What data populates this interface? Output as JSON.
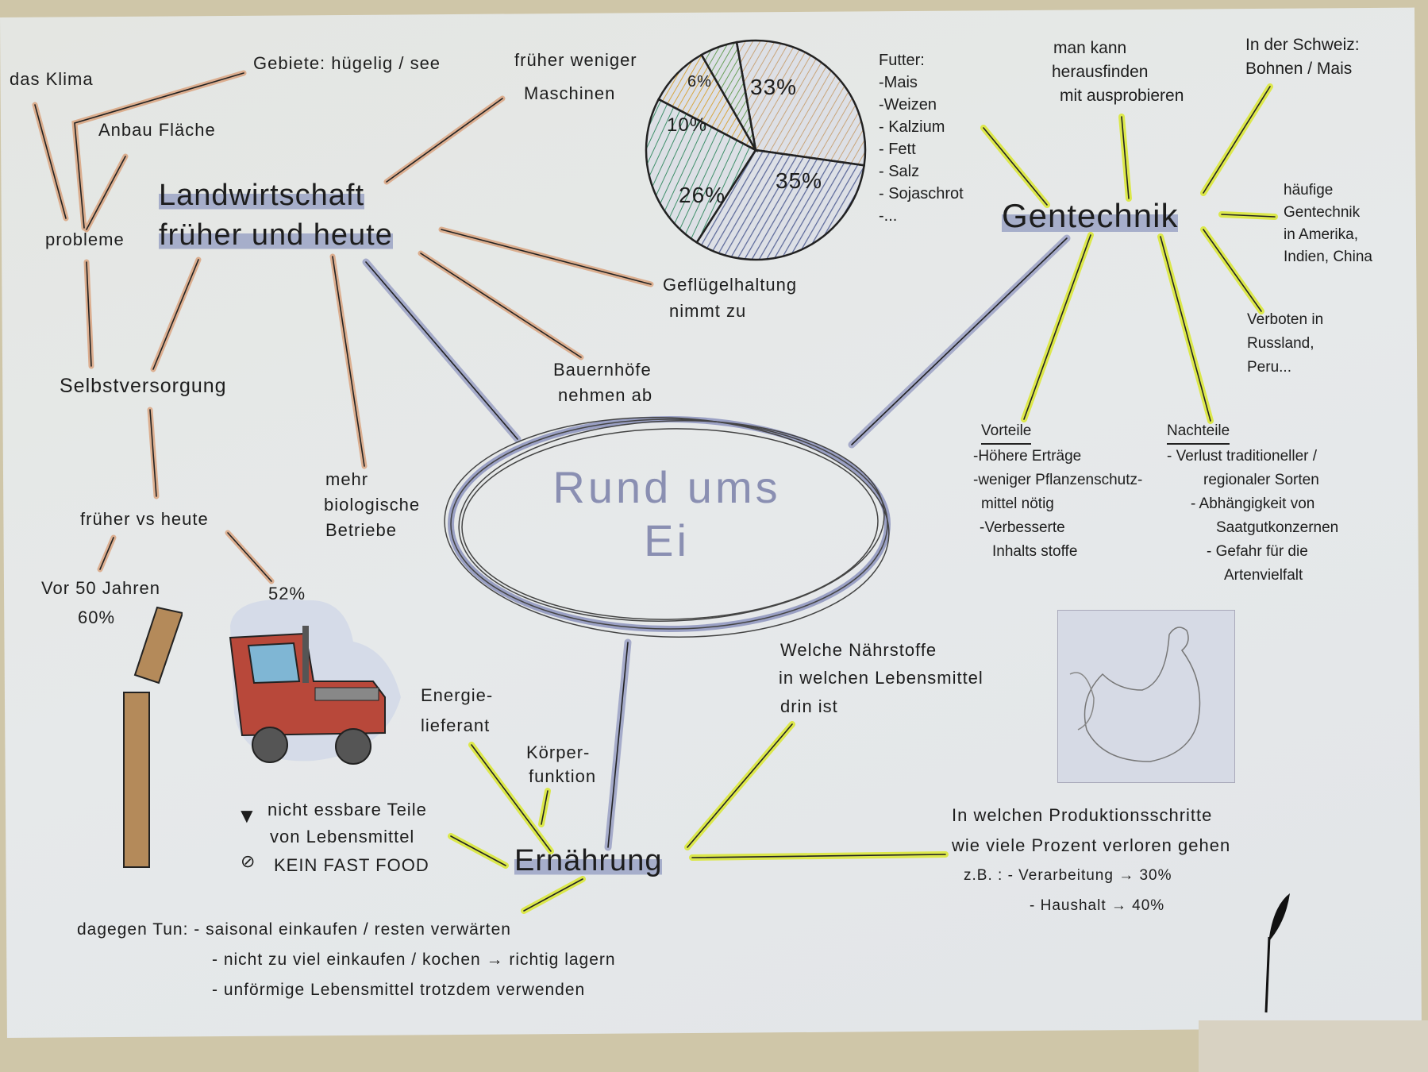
{
  "center": {
    "line1": "Rund ums",
    "line2": "Ei"
  },
  "landwirtschaft": {
    "title1": "Landwirtschaft",
    "title2": "früher und heute",
    "probleme": "probleme",
    "klima": "das Klima",
    "gebiete": "Gebiete: hügelig / see",
    "anbau": "Anbau Fläche",
    "maschinen": [
      "früher weniger",
      "Maschinen"
    ],
    "selbstversorgung": "Selbstversorgung",
    "frueher_vs_heute": "früher vs heute",
    "vor50": "Vor 50 Jahren",
    "pct60": "60%",
    "pct52": "52%",
    "bio": [
      "mehr",
      "biologische",
      "Betriebe"
    ],
    "bauernhoefe": [
      "Bauernhöfe",
      "nehmen ab"
    ],
    "gefluegel": [
      "Geflügelhaltung",
      "nimmt zu"
    ]
  },
  "chart_data": {
    "type": "pie",
    "title": "",
    "labels": [
      "33%",
      "35%",
      "26%",
      "10%",
      "6%"
    ],
    "values": [
      33,
      35,
      26,
      10,
      6
    ],
    "colors": [
      "#c9a57a",
      "#5d6a9a",
      "#3f8f6a",
      "#d7a640",
      "#6aa05a"
    ]
  },
  "gentechnik": {
    "title": "Gentechnik",
    "futter": [
      "Futter:",
      "-Mais",
      "-Weizen",
      "- Kalzium",
      "- Fett",
      "- Salz",
      "- Sojaschrot",
      "-..."
    ],
    "herausfinden": [
      "man kann",
      "herausfinden",
      "mit ausprobieren"
    ],
    "schweiz": [
      "In der Schweiz:",
      "Bohnen / Mais"
    ],
    "haeufig": [
      "häufige",
      "Gentechnik",
      "in Amerika,",
      "Indien, China"
    ],
    "verboten": [
      "Verboten in",
      "Russland,",
      "Peru..."
    ],
    "vorteile_title": "Vorteile",
    "vorteile": [
      "-Höhere Erträge",
      "-weniger Pflanzenschutz-",
      "mittel nötig",
      "-Verbesserte",
      "Inhalts stoffe"
    ],
    "nachteile_title": "Nachteile",
    "nachteile": [
      "- Verlust traditioneller /",
      "regionaler Sorten",
      "- Abhängigkeit von",
      "Saatgutkonzernen",
      "- Gefahr für die",
      "Artenvielfalt"
    ]
  },
  "ernaehrung": {
    "title": "Ernährung",
    "energie": [
      "Energie-",
      "lieferant"
    ],
    "koerper": [
      "Körper-",
      "funktion"
    ],
    "naehrstoffe": [
      "Welche Nährstoffe",
      "in welchen Lebensmittel",
      "drin ist"
    ],
    "nicht_essbar": [
      "nicht essbare Teile",
      "von Lebensmittel"
    ],
    "fastfood": "KEIN FAST FOOD",
    "produktion": [
      "In welchen Produktionsschritte",
      "wie viele Prozent verloren gehen",
      "z.B. : - Verarbeitung → 30%",
      "- Haushalt → 40%"
    ],
    "dagegen": [
      "dagegen Tun: - saisonal einkaufen / resten verwärten",
      "- nicht zu viel einkaufen / kochen → richtig lagern",
      "- unförmige Lebensmittel trotzdem verwenden"
    ]
  },
  "colors": {
    "orange_line": "#d9a07a",
    "blue_line": "#9aa0c4",
    "yellow_line": "#dbe83a",
    "highlight": "#8c96be"
  }
}
